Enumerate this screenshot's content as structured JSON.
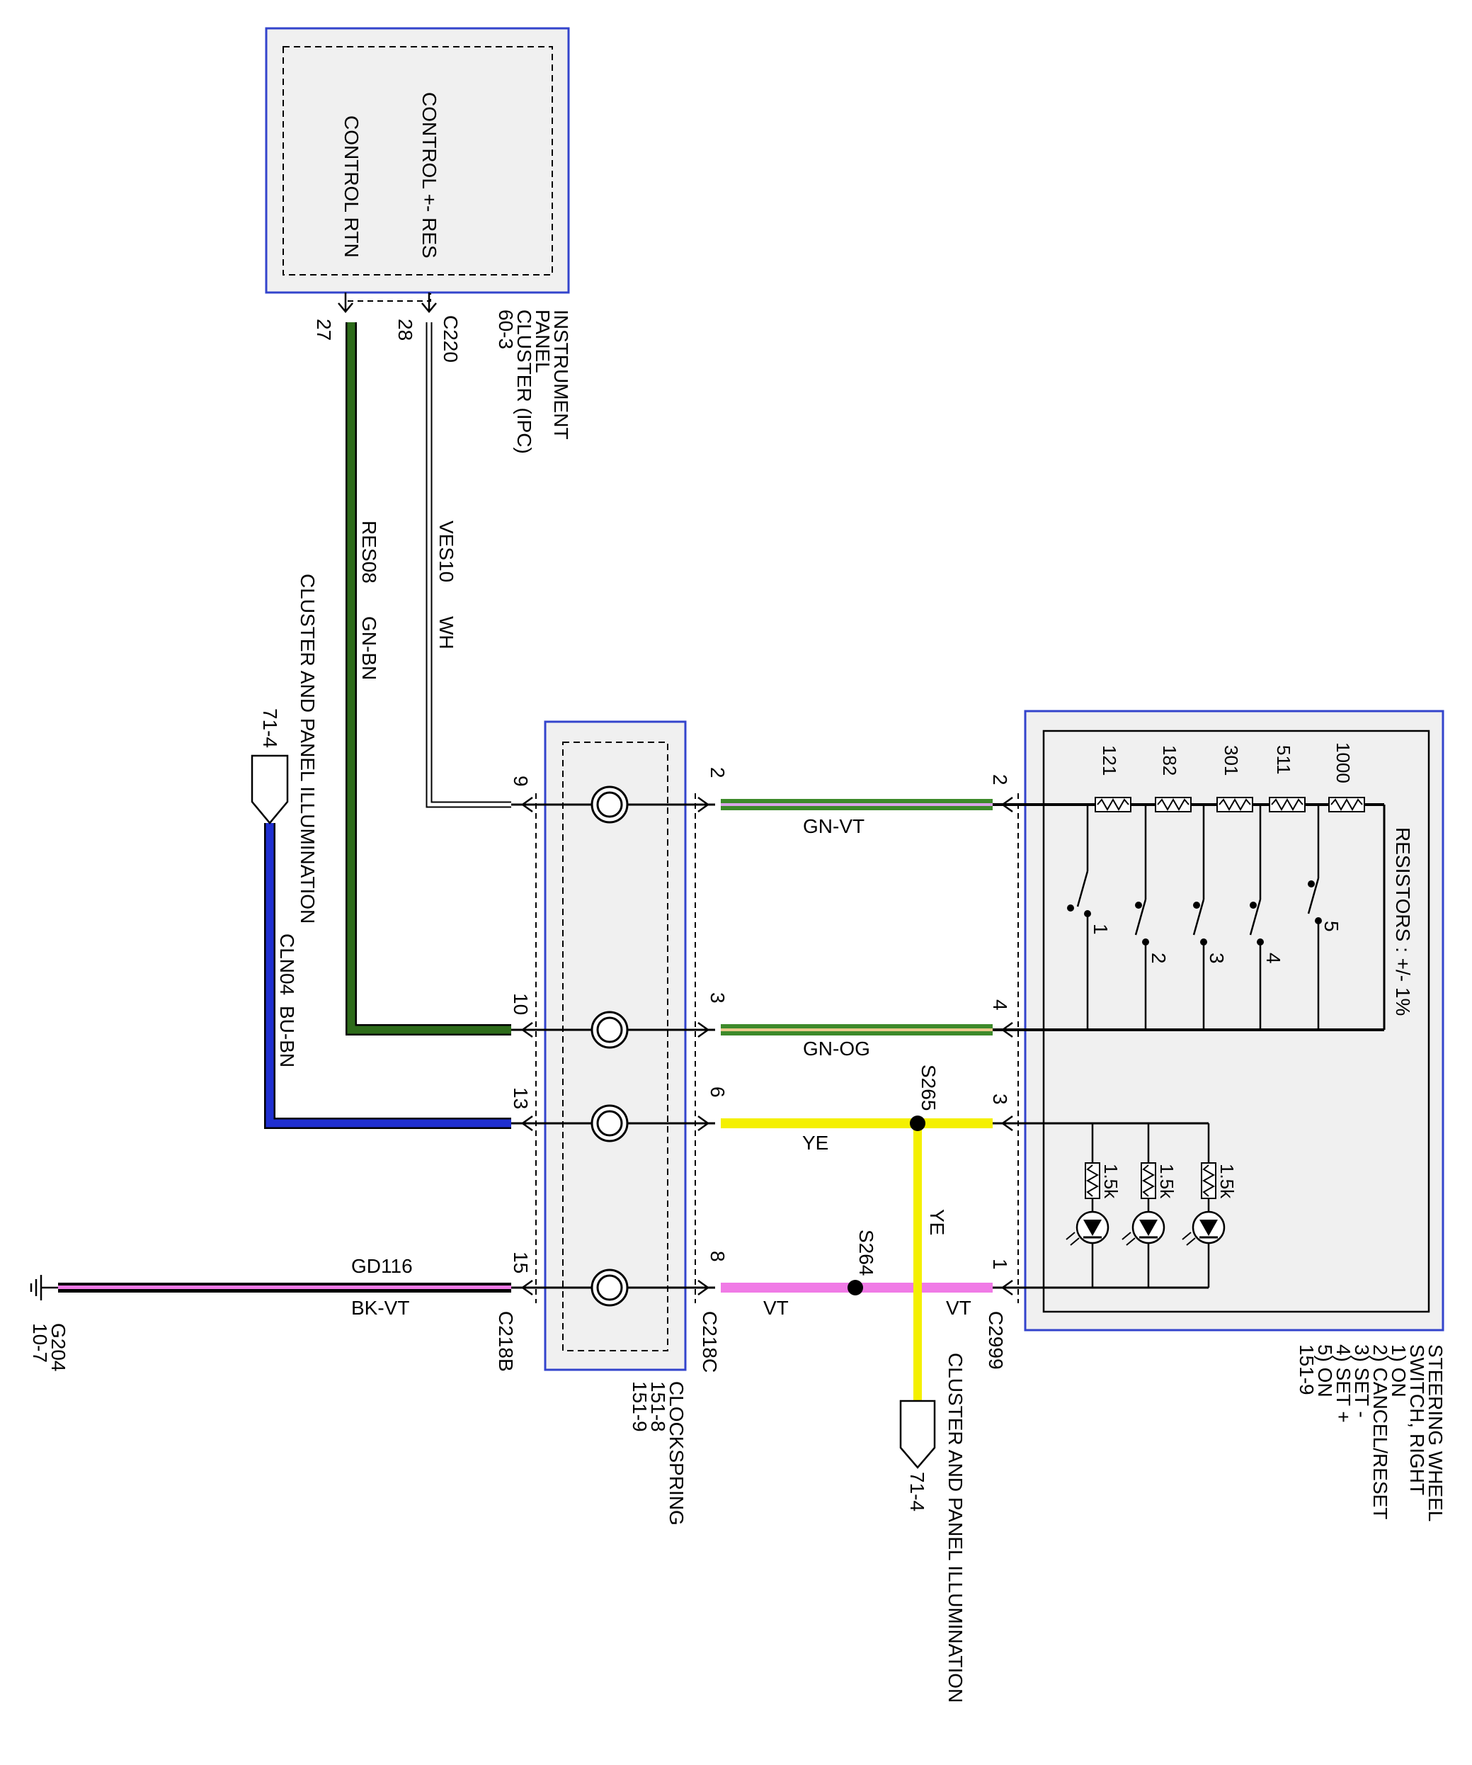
{
  "ipc": {
    "pin_labels": {
      "control_rtn": "CONTROL RTN",
      "control_res": "CONTROL +- RES"
    },
    "connector": "C220",
    "pin_27": "27",
    "pin_28": "28",
    "name_lines": [
      "INSTRUMENT",
      "PANEL",
      "CLUSTER (IPC)",
      "60-3"
    ]
  },
  "wires": {
    "res08": {
      "circuit": "RES08",
      "color": "GN-BN"
    },
    "ves10": {
      "circuit": "VES10",
      "color": "WH"
    },
    "cln04": {
      "circuit": "CLN04",
      "color": "BU-BN"
    },
    "gd116": {
      "circuit": "GD116",
      "color": "BK-VT"
    },
    "gn_vt": "GN-VT",
    "gn_og": "GN-OG",
    "ye_top": "YE",
    "ye_vertical": "YE",
    "vt_left": "VT",
    "vt_right": "VT"
  },
  "illumination_left": {
    "label": "CLUSTER AND PANEL ILLUMINATION",
    "ref": "71-4"
  },
  "illumination_bottom": {
    "label": "CLUSTER AND PANEL ILLUMINATION",
    "ref": "71-4"
  },
  "clockspring": {
    "left_pins": [
      "9",
      "10",
      "13",
      "15"
    ],
    "right_pins": [
      "2",
      "3",
      "6",
      "8"
    ],
    "left_connector": "C218B",
    "right_connector": "C218C",
    "name_lines": [
      "CLOCKSPRING",
      "151-8",
      "151-9"
    ]
  },
  "splices": {
    "s265": "S265",
    "s264": "S264"
  },
  "switch": {
    "pins": [
      "2",
      "4",
      "3",
      "1"
    ],
    "connector": "C2999",
    "resistor_values": [
      "121",
      "182",
      "301",
      "511",
      "1000"
    ],
    "switch_numbers": [
      "1",
      "2",
      "3",
      "4",
      "5"
    ],
    "resistor_note": "RESISTORS : +/- 1%",
    "led_resistors": [
      "1.5k",
      "1.5k",
      "1.5k"
    ],
    "name_lines": [
      "STEERING WHEEL",
      "SWITCH, RIGHT",
      "1) ON",
      "2) CANCEL/RESET",
      "3) SET -",
      "4) SET +",
      "5) ON",
      "151-9"
    ]
  },
  "ground": {
    "name": "G204",
    "ref": "10-7"
  },
  "colors": {
    "box_border": "#3344cc",
    "box_fill": "#f0f0f0",
    "green_bn": "#2d6b1a",
    "green_vt": "#3d8a2a",
    "blue": "#1f2fd0",
    "yellow": "#f4f000",
    "violet": "#f07ae6",
    "black": "#000000"
  }
}
